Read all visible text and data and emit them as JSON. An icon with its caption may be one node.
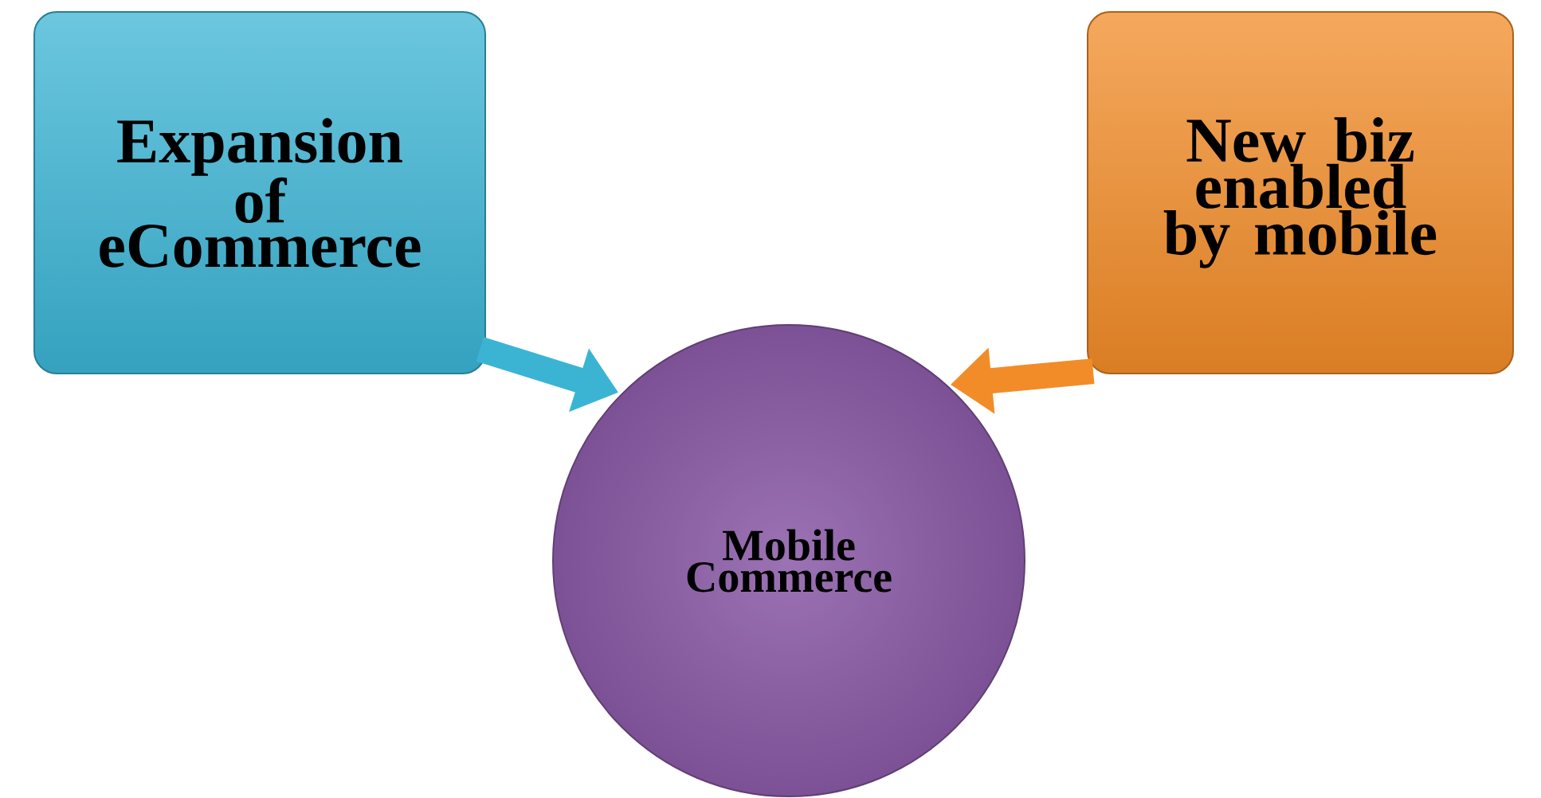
{
  "diagram": {
    "nodes": [
      {
        "text": [
          "Expansion of eCommerce"
        ]
      },
      {
        "text": [
          "New biz enabled by mobile"
        ]
      },
      {
        "text": [
          "Mobile Commerce"
        ]
      }
    ],
    "edges": [
      {
        "from": 0,
        "to": 2,
        "arrow": "to",
        "color": "#3bb4d4"
      },
      {
        "from": 1,
        "to": 2,
        "arrow": "to",
        "color": "#f28c28"
      }
    ]
  }
}
